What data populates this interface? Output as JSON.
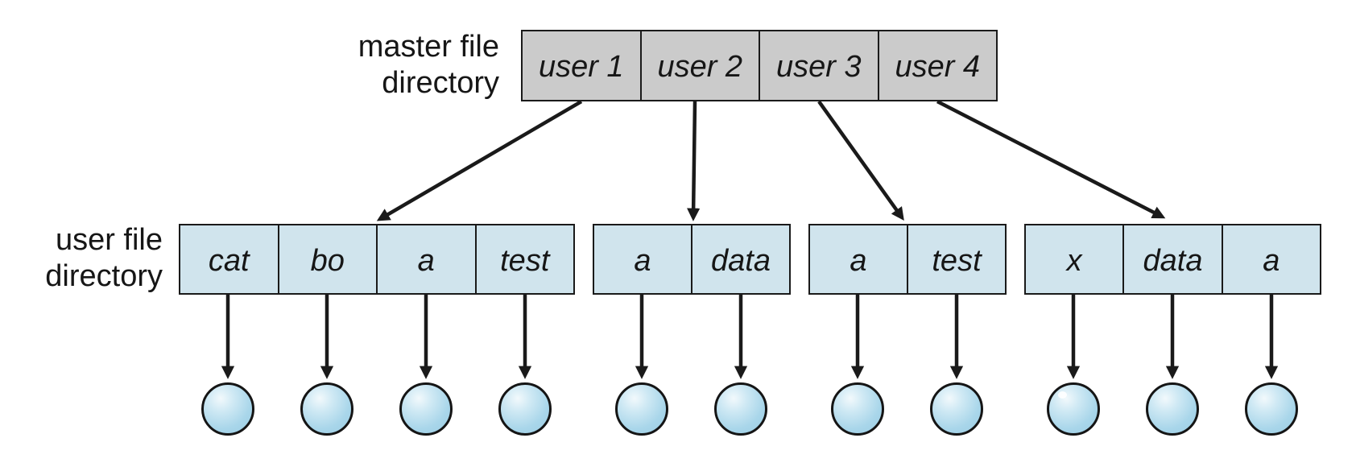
{
  "master_directory": {
    "label": "master file\ndirectory",
    "cells": [
      "user 1",
      "user 2",
      "user 3",
      "user 4"
    ],
    "fill": "#cbcbcb"
  },
  "user_directories": {
    "label": "user file\ndirectory",
    "fill": "#d0e4ed",
    "groups": [
      {
        "files": [
          "cat",
          "bo",
          "a",
          "test"
        ]
      },
      {
        "files": [
          "a",
          "data"
        ]
      },
      {
        "files": [
          "a",
          "test"
        ]
      },
      {
        "files": [
          "x",
          "data",
          "a"
        ]
      }
    ]
  },
  "file_nodes": {
    "count": 11,
    "fill": "#a9d6ea",
    "outline": "#151515"
  },
  "arrows": {
    "color": "#1a1a1a",
    "master_to_user_count": 4,
    "cell_to_file_count": 11
  }
}
